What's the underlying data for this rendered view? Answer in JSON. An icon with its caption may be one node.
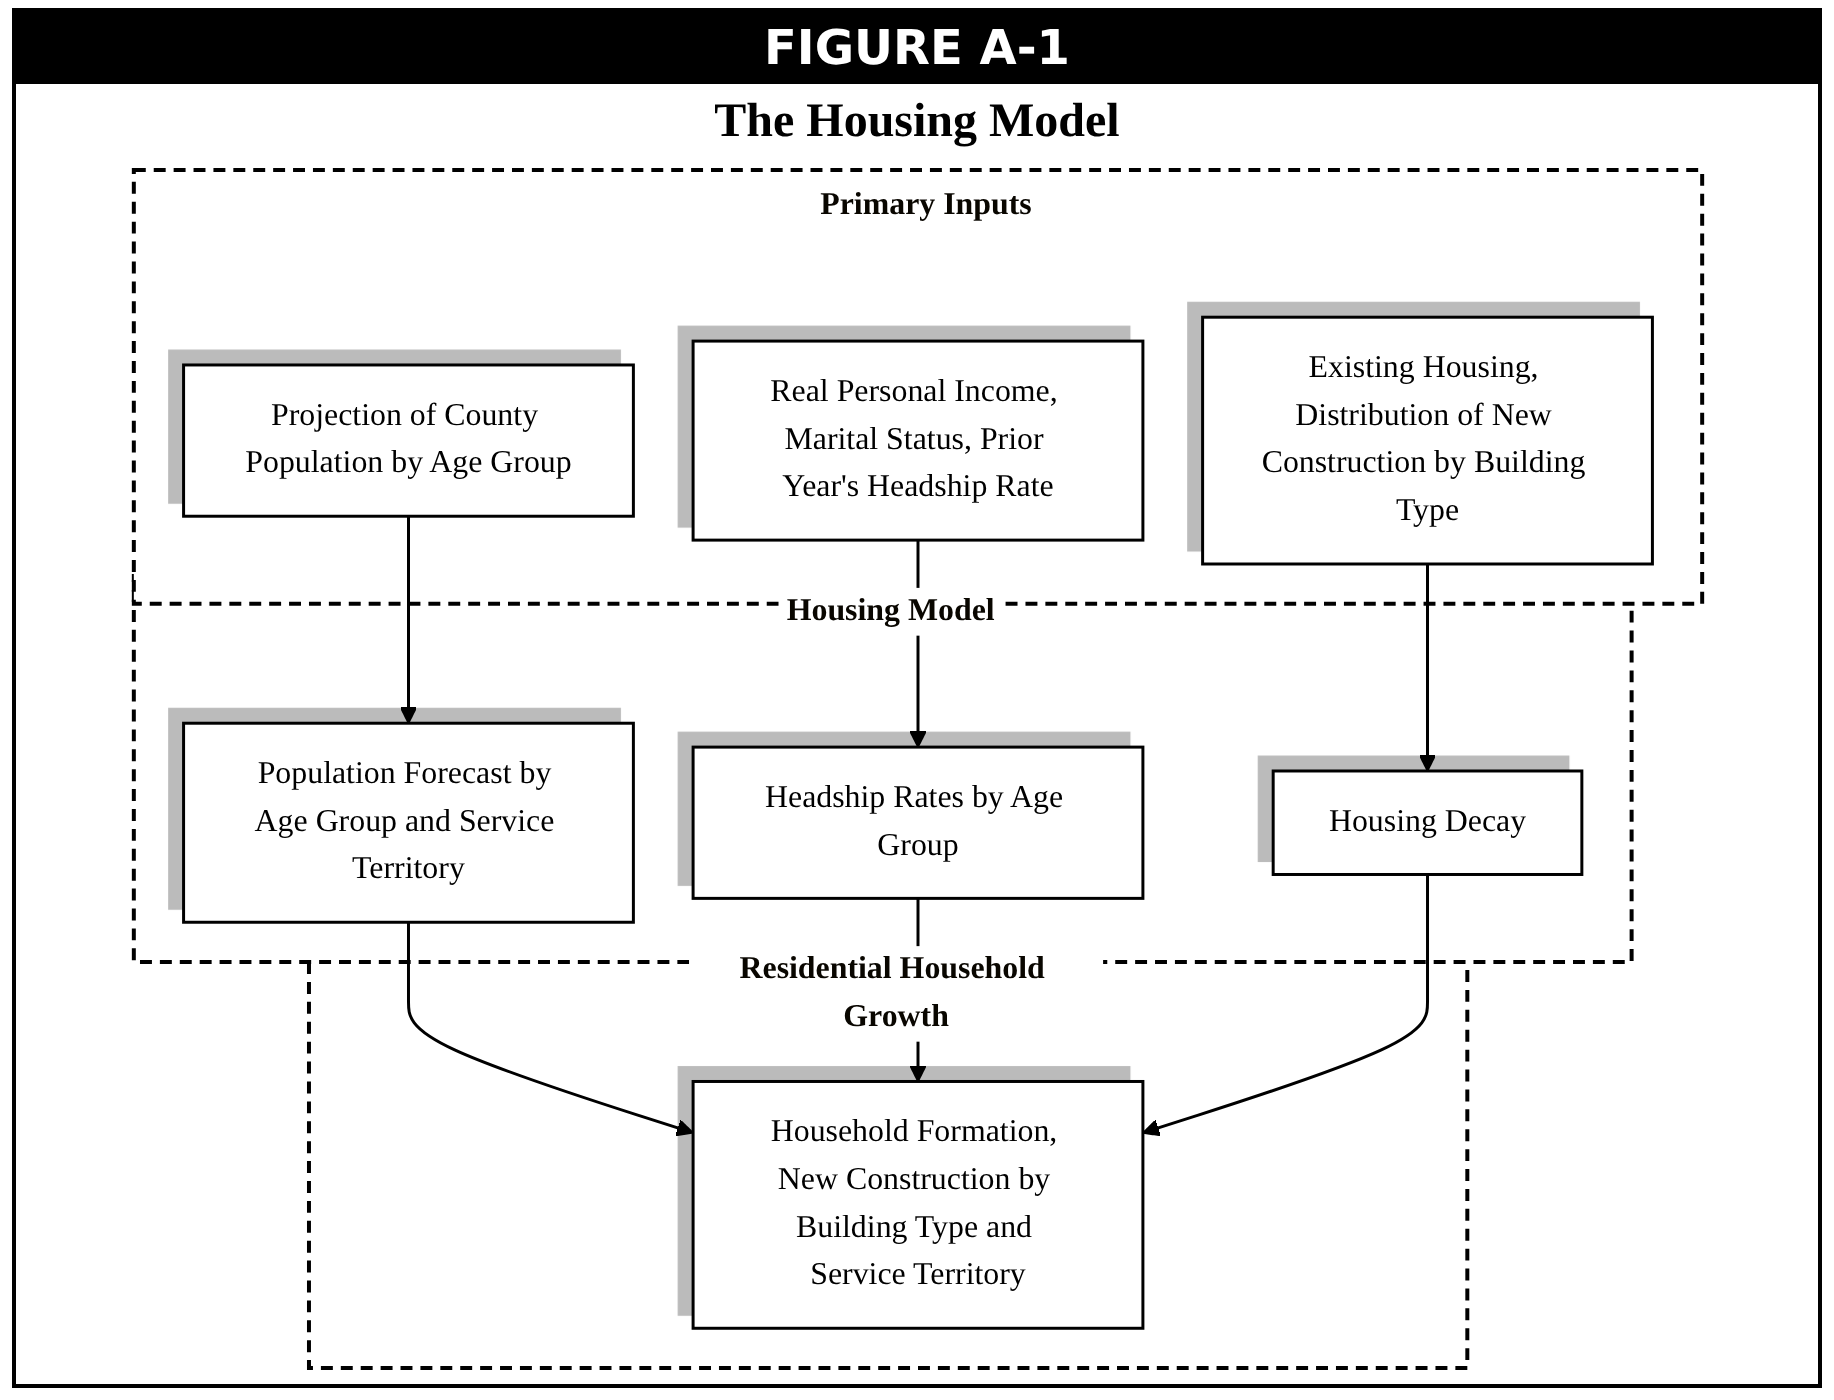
{
  "diagram": {
    "title": "The Housing Model",
    "nodes": [
      {
        "text": [
          "Primary Inputs"
        ]
      },
      {
        "text": [
          "Projection of County Population by Age Group"
        ],
        "in": 0
      },
      {
        "text": [
          "Real Personal Income, Marital Status, Prior Year's Headship Rate"
        ],
        "in": 0
      },
      {
        "text": [
          "Existing Housing, Distribution of New Construction by Building Type"
        ],
        "in": 0
      },
      {
        "text": [
          "Housing Model"
        ]
      },
      {
        "text": [
          "Population Forecast by Age Group and Service Territory"
        ],
        "in": 4
      },
      {
        "text": [
          "Headship Rates by Age Group"
        ],
        "in": 4
      },
      {
        "text": [
          "Housing Decay"
        ],
        "in": 4
      },
      {
        "text": [
          "Residential Household Growth"
        ]
      },
      {
        "text": [
          "Household Formation, New Construction by Building Type and Service Territory"
        ],
        "in": 8
      }
    ],
    "edges": [
      {
        "from": 1,
        "to": 5,
        "arrow": "to"
      },
      {
        "from": 2,
        "to": 6,
        "arrow": "to"
      },
      {
        "from": 3,
        "to": 7,
        "arrow": "to"
      },
      {
        "from": 5,
        "to": 9,
        "arrow": "to"
      },
      {
        "from": 6,
        "to": 9,
        "arrow": "to"
      },
      {
        "from": 7,
        "to": 9,
        "arrow": "to"
      }
    ],
    "labels": [
      "FIGURE A-1"
    ]
  }
}
